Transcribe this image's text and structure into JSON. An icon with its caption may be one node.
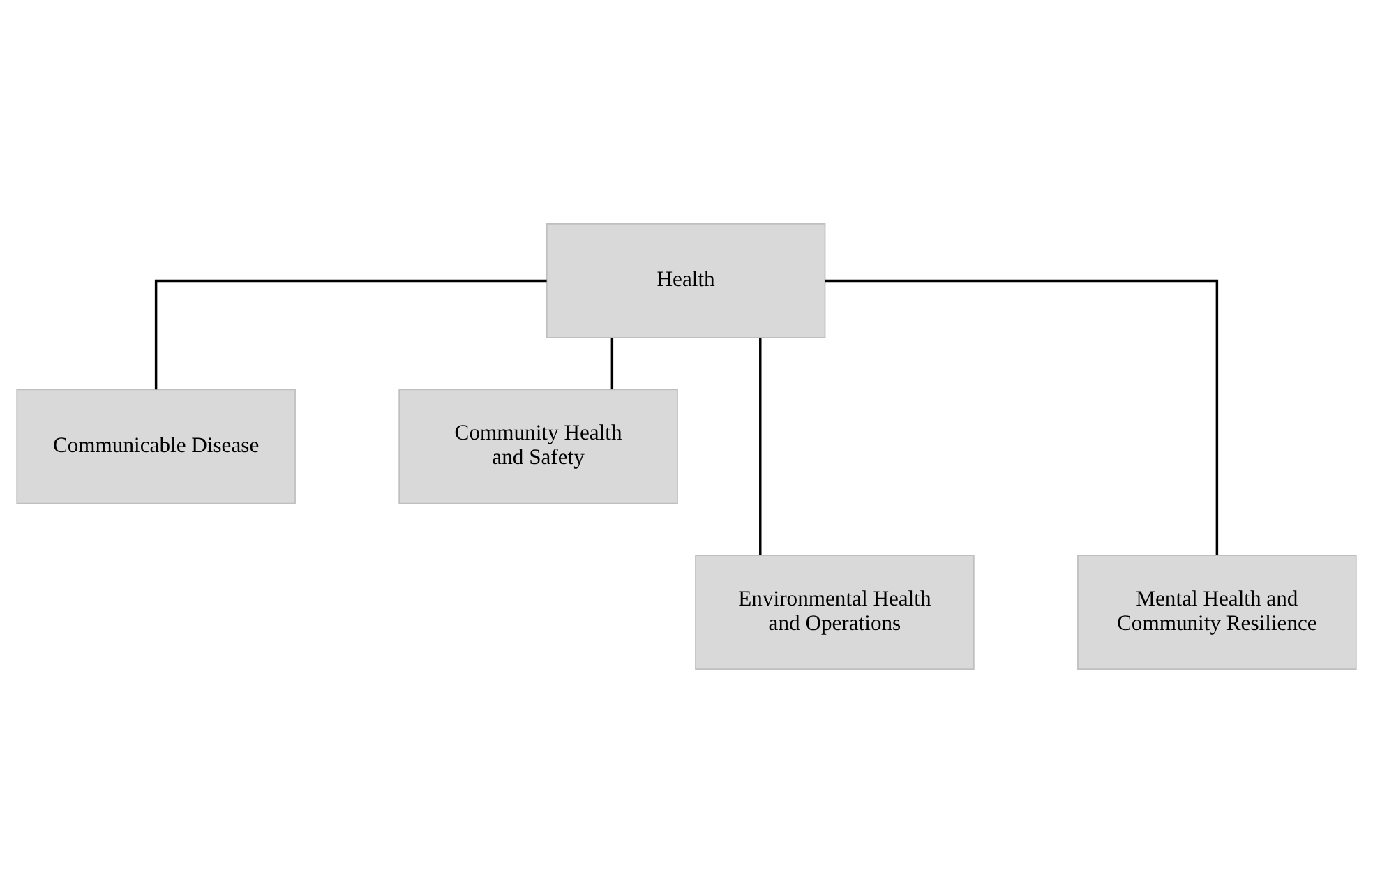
{
  "diagram": {
    "nodes": [
      {
        "text": [
          "Health"
        ]
      },
      {
        "text": [
          "Communicable Disease"
        ]
      },
      {
        "text": [
          "Community Health and Safety"
        ]
      },
      {
        "text": [
          "Environmental Health and Operations"
        ]
      },
      {
        "text": [
          "Mental Health and Community Resilience"
        ]
      }
    ],
    "edges": [
      {
        "from": 0,
        "to": 1,
        "arrow": "none"
      },
      {
        "from": 0,
        "to": 2,
        "arrow": "none"
      },
      {
        "from": 0,
        "to": 3,
        "arrow": "none"
      },
      {
        "from": 0,
        "to": 4,
        "arrow": "none"
      }
    ]
  }
}
